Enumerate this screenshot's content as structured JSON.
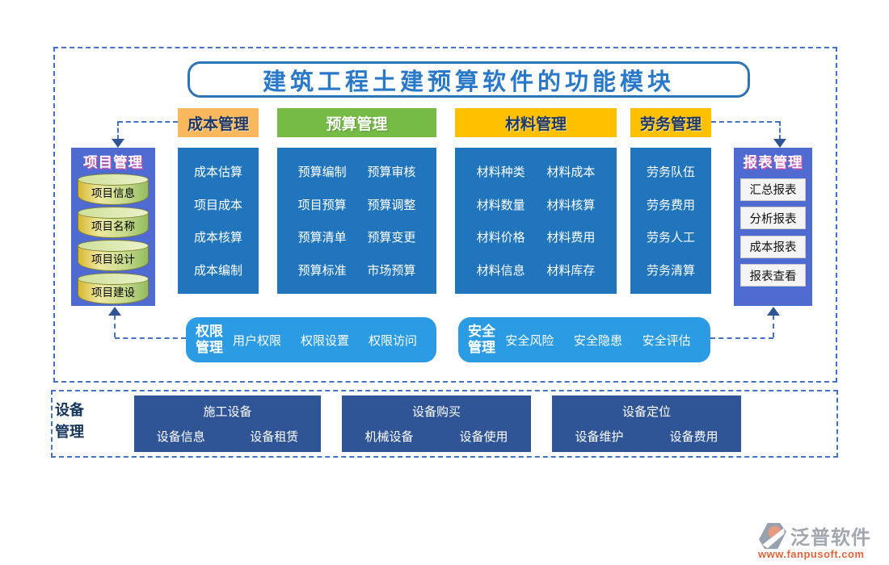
{
  "title": "建筑工程土建预算软件的功能模块",
  "colors": {
    "dashed_border": "#4472C4",
    "title_blue": "#2979C8",
    "column_blue": "#2175BC",
    "panel_blue": "#4F6BD2",
    "pill_blue": "#2B9BE3",
    "equipment_blue": "#2F5597",
    "header_orange": "#FAB85C",
    "header_green": "#76BB45",
    "header_gold": "#FFC000",
    "dark_navy": "#1F3864"
  },
  "project_panel": {
    "title": "项目管理",
    "items": [
      "项目信息",
      "项目名称",
      "项目设计",
      "项目建设"
    ]
  },
  "report_panel": {
    "title": "报表管理",
    "items": [
      "汇总报表",
      "分析报表",
      "成本报表",
      "报表查看"
    ]
  },
  "columns": [
    {
      "header": "成本管理",
      "items": [
        "成本估算",
        "项目成本",
        "成本核算",
        "成本编制"
      ]
    },
    {
      "header": "预算管理",
      "rows": [
        [
          "预算编制",
          "预算审核"
        ],
        [
          "项目预算",
          "预算调整"
        ],
        [
          "预算清单",
          "预算变更"
        ],
        [
          "预算标准",
          "市场预算"
        ]
      ]
    },
    {
      "header": "材料管理",
      "rows": [
        [
          "材料种类",
          "材料成本"
        ],
        [
          "材料数量",
          "材料核算"
        ],
        [
          "材料价格",
          "材料费用"
        ],
        [
          "材料信息",
          "材料库存"
        ]
      ]
    },
    {
      "header": "劳务管理",
      "items": [
        "劳务队伍",
        "劳务费用",
        "劳务人工",
        "劳务清算"
      ]
    }
  ],
  "permission_bar": {
    "title_lines": [
      "权限",
      "管理"
    ],
    "items": [
      "用户权限",
      "权限设置",
      "权限访问"
    ]
  },
  "safety_bar": {
    "title_lines": [
      "安全",
      "管理"
    ],
    "items": [
      "安全风险",
      "安全隐患",
      "安全评估"
    ]
  },
  "equipment": {
    "label_lines": [
      "设备",
      "管理"
    ],
    "groups": [
      {
        "header": "施工设备",
        "items": [
          "设备信息",
          "设备租赁"
        ]
      },
      {
        "header": "设备购买",
        "items": [
          "机械设备",
          "设备使用"
        ]
      },
      {
        "header": "设备定位",
        "items": [
          "设备维护",
          "设备费用"
        ]
      }
    ]
  },
  "logo": {
    "brand": "泛普软件",
    "site": "www.fanpusoft.com"
  }
}
